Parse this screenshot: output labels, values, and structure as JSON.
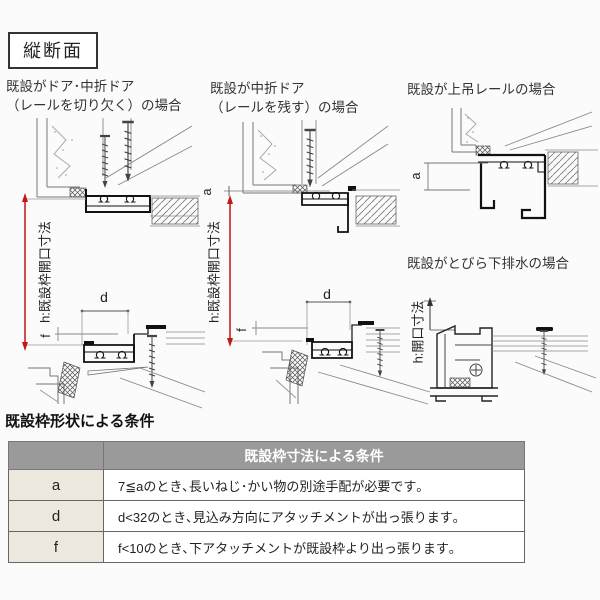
{
  "section_label": "縦断面",
  "captions": {
    "col1_line1": "既設がドア･中折ドア",
    "col1_line2": "（レールを切り欠く）の場合",
    "col2_line1": "既設が中折ドア",
    "col2_line2": "（レールを残す）の場合",
    "col3_top": "既設が上吊レールの場合",
    "col3_bottom": "既設がとびら下排水の場合"
  },
  "dimensions": {
    "h_full": "h:既設枠開口寸法",
    "h_short": "h:開口寸法",
    "d": "d",
    "f": "f",
    "a": "a"
  },
  "conditions": {
    "heading": "既設枠形状による条件",
    "table": {
      "header": "既設枠寸法による条件",
      "rows": [
        {
          "label": "a",
          "text": "7≦aのとき､長いねじ･かい物の別途手配が必要です｡"
        },
        {
          "label": "d",
          "text": "d<32のとき､見込み方向にアタッチメントが出っ張ります｡"
        },
        {
          "label": "f",
          "text": "f<10のとき､下アタッチメントが既設枠より出っ張ります｡"
        }
      ]
    }
  },
  "colors": {
    "dimension_red": "#c41414",
    "table_header_bg": "#9a9a9a",
    "table_label_bg": "#ece8de"
  }
}
